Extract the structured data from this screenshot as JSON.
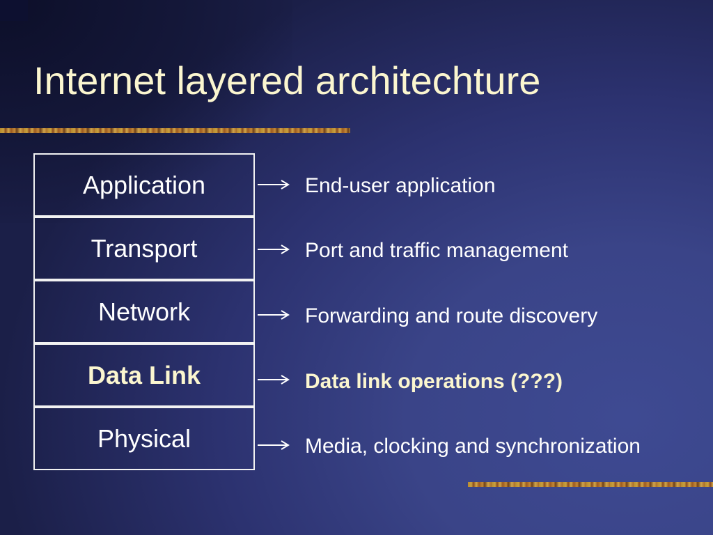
{
  "slide": {
    "title": "Internet layered architechture"
  },
  "colors": {
    "background": "#3a4488",
    "title_text": "#fbf6cf",
    "body_text": "#ffffff",
    "highlight_text": "#fbf6cf",
    "table_border": "#f2f2f2"
  },
  "layers": [
    {
      "name": "Application",
      "description": "End-user application",
      "highlight": false
    },
    {
      "name": "Transport",
      "description": "Port and traffic management",
      "highlight": false
    },
    {
      "name": "Network",
      "description": "Forwarding and route discovery",
      "highlight": false
    },
    {
      "name": "Data Link",
      "description": "Data link operations (???)",
      "highlight": true
    },
    {
      "name": "Physical",
      "description": "Media, clocking and synchronization",
      "highlight": false
    }
  ]
}
